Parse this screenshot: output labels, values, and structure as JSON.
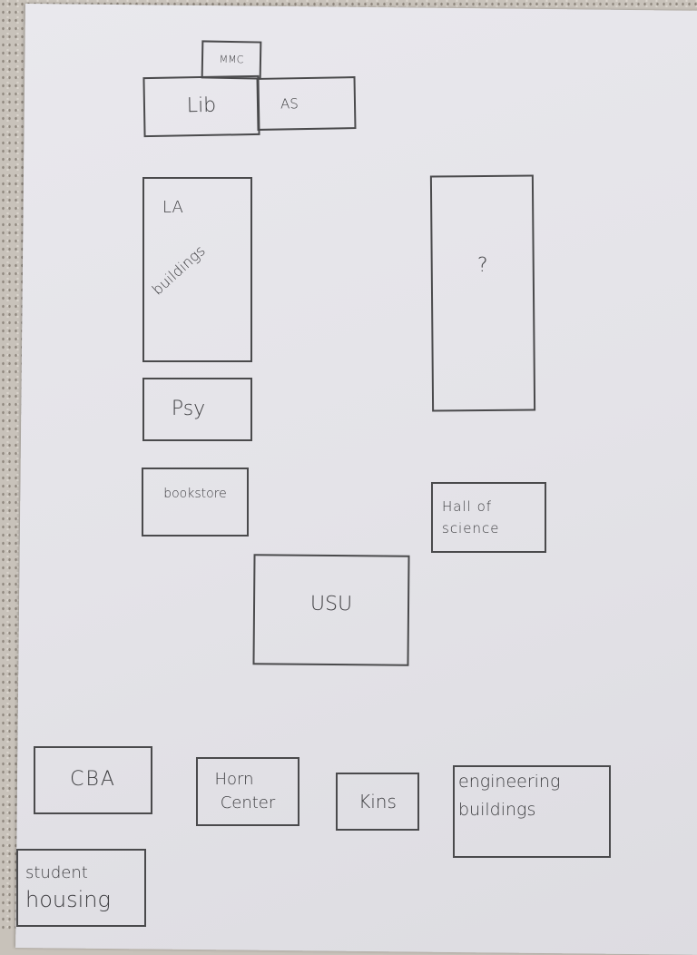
{
  "map": {
    "title": "Campus sketch map",
    "buildings": {
      "mmc": "MMC",
      "lib": "Lib",
      "as": "AS",
      "la_line1": "LA",
      "la_line2": "buildings",
      "unknown": "?",
      "psy": "Psy",
      "bookstore": "bookstore",
      "hos_line1": "Hall of",
      "hos_line2": "science",
      "usu": "USU",
      "cba": "CBA",
      "horn_line1": "Horn",
      "horn_line2": "Center",
      "kins": "Kins",
      "eng_line1": "engineering",
      "eng_line2": "buildings",
      "housing_line1": "student",
      "housing_line2": "housing"
    }
  }
}
